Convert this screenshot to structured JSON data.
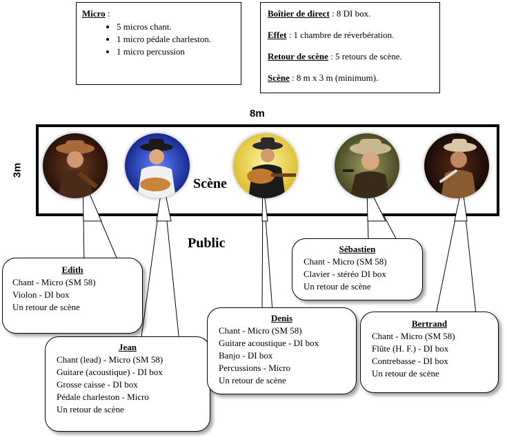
{
  "micro": {
    "label": "Micro",
    "suffix": " :",
    "items": [
      "5 micros chant.",
      "1 micro pédale charleston.",
      "1 micro percussion"
    ]
  },
  "tech": [
    {
      "label": "Boîtier de direct",
      "value": " : 8 DI box."
    },
    {
      "label": "Effet",
      "value": " : 1 chambre de réverbération."
    },
    {
      "label": "Retour de scène",
      "value": " : 5  retours de scène."
    },
    {
      "label": "Scène",
      "value": " : 8 m x 3 m (minimum)."
    }
  ],
  "stage": {
    "width_label": "8m",
    "depth_label": "3m",
    "word": "Scène",
    "audience": "Public"
  },
  "musicians": [
    {
      "name": "Edith",
      "lines": [
        "Chant  -  Micro (SM 58)",
        "Violon  -  DI box",
        "Un retour de scène"
      ],
      "photo_colors": [
        "#3a1a10",
        "#c48a5c",
        "#7b4b2a"
      ]
    },
    {
      "name": "Jean",
      "lines": [
        "Chant (lead)  -  Micro (SM 58)",
        "Guitare (acoustique)  -  DI box",
        "Grosse caisse  -  DI box",
        "Pédale charleston  -  Micro",
        "Un retour de scène"
      ],
      "photo_colors": [
        "#1c2fa8",
        "#d9a070",
        "#222222"
      ]
    },
    {
      "name": "Denis",
      "lines": [
        "Chant  -  Micro (SM 58)",
        "Guitare acoustique  -  DI box",
        "Banjo  -  DI box",
        "Percussions  -  Micro",
        "Un retour de scène"
      ],
      "photo_colors": [
        "#e8d230",
        "#c98b5a",
        "#1a1a1a"
      ]
    },
    {
      "name": "Sébastien",
      "lines": [
        "Chant -  Micro (SM 58)",
        "Clavier  -  stéréo DI box",
        "Un retour de scène"
      ],
      "photo_colors": [
        "#6a6a38",
        "#d2a27a",
        "#3a2a1a"
      ]
    },
    {
      "name": "Bertrand",
      "lines": [
        "Chant  -  Micro (SM 58)",
        "Flûte (H. F.)  -  DI box",
        "Contrebasse  -  DI box",
        "Un retour de scène"
      ],
      "photo_colors": [
        "#2a1008",
        "#b07850",
        "#d8c8a8"
      ]
    }
  ]
}
